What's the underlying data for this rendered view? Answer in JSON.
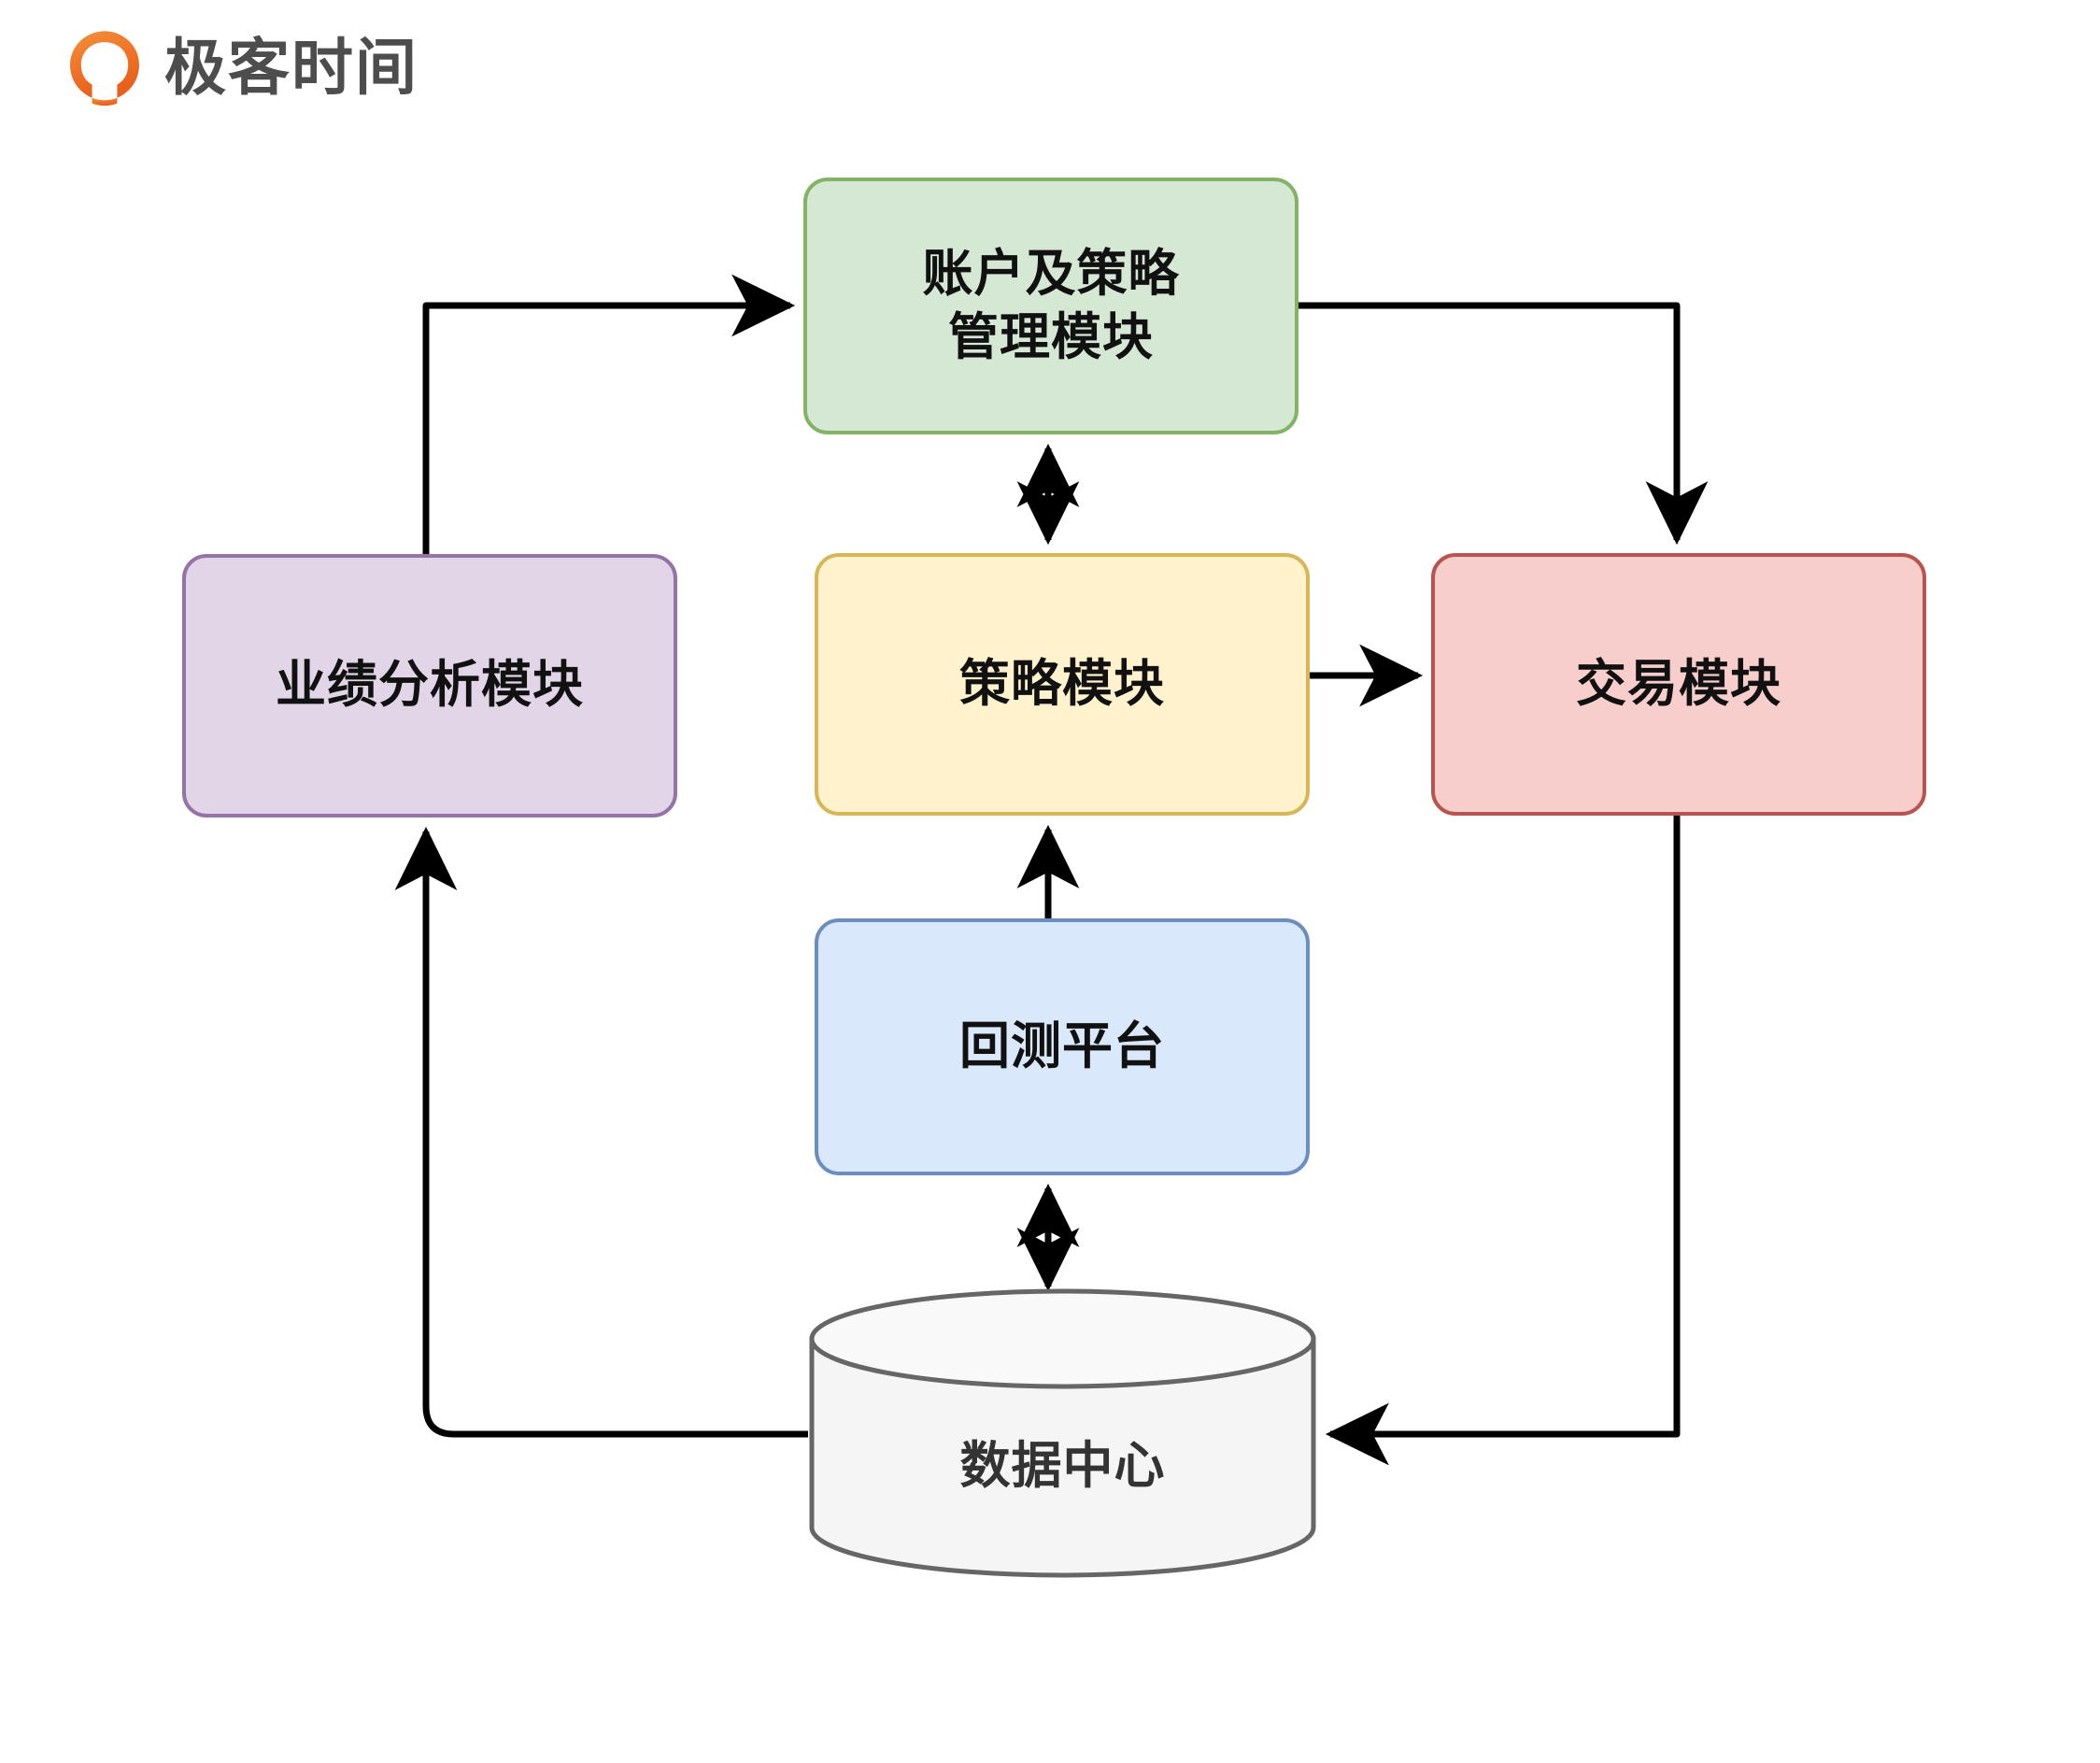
{
  "brand": {
    "name": "极客时间",
    "logo_icon": "geektime-logo-icon",
    "logo_color": "#ef7326",
    "text_color": "#4d4d4d"
  },
  "diagram": {
    "type": "flowchart",
    "title": "",
    "nodes": [
      {
        "id": "account",
        "label": "账户及策略\n管理模块",
        "shape": "rounded-rect",
        "fill": "#d5e8d4",
        "stroke": "#82b366"
      },
      {
        "id": "performance",
        "label": "业绩分析模块",
        "shape": "rounded-rect",
        "fill": "#e1d5e7",
        "stroke": "#9673a6"
      },
      {
        "id": "strategy",
        "label": "策略模块",
        "shape": "rounded-rect",
        "fill": "#fff2cc",
        "stroke": "#d6b656"
      },
      {
        "id": "trade",
        "label": "交易模块",
        "shape": "rounded-rect",
        "fill": "#f8cecc",
        "stroke": "#b85450"
      },
      {
        "id": "backtest",
        "label": "回测平台",
        "shape": "rounded-rect",
        "fill": "#dae8fc",
        "stroke": "#6c8ebf"
      },
      {
        "id": "datacenter",
        "label": "数据中心",
        "shape": "cylinder",
        "fill": "#f5f5f5",
        "stroke": "#666666"
      }
    ],
    "edges": [
      {
        "from": "performance",
        "to": "account",
        "direction": "one-way",
        "route": "up-then-right"
      },
      {
        "from": "account",
        "to": "trade",
        "direction": "one-way",
        "route": "right-then-down"
      },
      {
        "from": "account",
        "to": "strategy",
        "direction": "two-way",
        "route": "vertical"
      },
      {
        "from": "strategy",
        "to": "trade",
        "direction": "one-way",
        "route": "horizontal"
      },
      {
        "from": "backtest",
        "to": "strategy",
        "direction": "one-way",
        "route": "vertical"
      },
      {
        "from": "backtest",
        "to": "datacenter",
        "direction": "two-way",
        "route": "vertical"
      },
      {
        "from": "datacenter",
        "to": "performance",
        "direction": "one-way",
        "route": "left-then-up"
      },
      {
        "from": "trade",
        "to": "datacenter",
        "direction": "one-way",
        "route": "down-then-left"
      }
    ],
    "edge_color": "#000000"
  }
}
